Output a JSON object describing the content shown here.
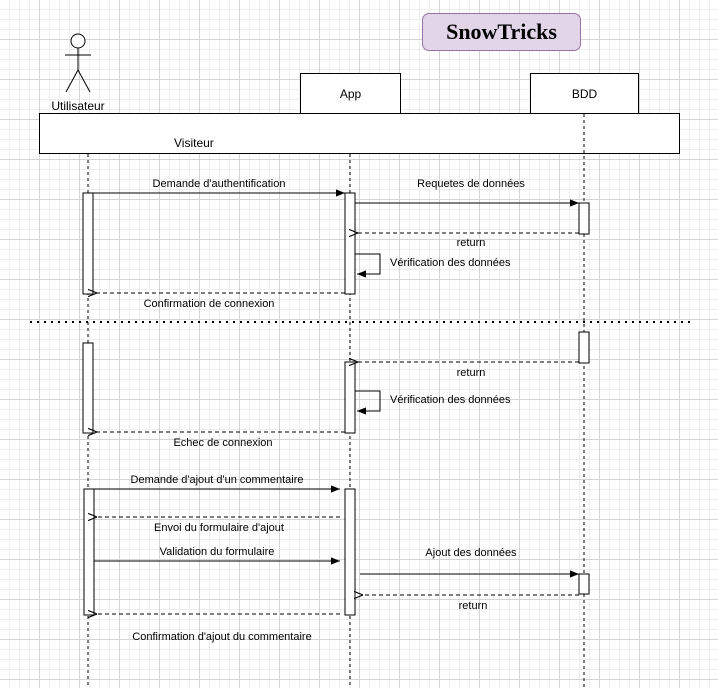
{
  "title": "SnowTricks",
  "actor": {
    "label": "Utilisateur"
  },
  "lifelines": {
    "app": "App",
    "bdd": "BDD"
  },
  "frame": {
    "label": "Visiteur"
  },
  "messages": {
    "auth_request": "Demande d'authentification",
    "data_query": "Requetes de données",
    "return_1": "return",
    "verify_1": "Vérification des données",
    "confirm_login": "Confirmation de connexion",
    "return_2": "return",
    "verify_2": "Vérification des données",
    "login_fail": "Echec de connexion",
    "comment_request": "Demande d'ajout d'un commentaire",
    "send_form": "Envoi du formulaire d'ajout",
    "validate_form": "Validation du formulaire",
    "add_data": "Ajout des données",
    "return_3": "return",
    "confirm_comment": "Confirmation d'ajout du commentaire"
  }
}
